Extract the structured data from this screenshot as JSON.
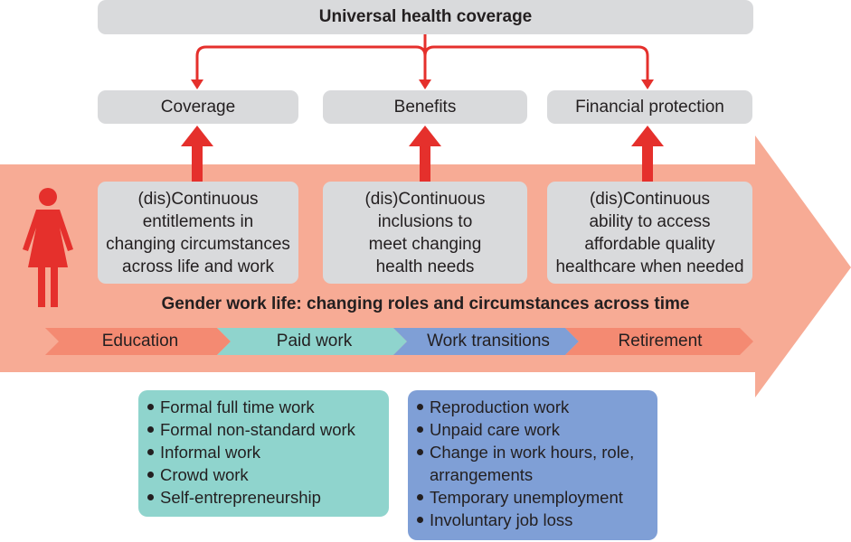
{
  "top": {
    "title": "Universal health coverage"
  },
  "dimensions": [
    {
      "label": "Coverage",
      "description": [
        "(dis)Continuous",
        "entitlements in",
        "changing circumstances",
        "across life and work"
      ]
    },
    {
      "label": "Benefits",
      "description": [
        "(dis)Continuous",
        "inclusions to",
        "meet changing",
        "health needs"
      ]
    },
    {
      "label": "Financial protection",
      "description": [
        "(dis)Continuous",
        "ability to access",
        "affordable quality",
        "healthcare when needed"
      ]
    }
  ],
  "timeline_title": "Gender work life: changing roles and circumstances across time",
  "stages": [
    "Education",
    "Paid work",
    "Work transitions",
    "Retirement"
  ],
  "paid_work_list": [
    "Formal full time work",
    "Formal non-standard work",
    "Informal work",
    "Crowd work",
    "Self-entrepreneurship"
  ],
  "transitions_list": [
    "Reproduction work",
    "Unpaid care work",
    "Change in work hours, role,",
    "arrangements",
    "Temporary unemployment",
    "Involuntary job loss"
  ],
  "icons": {
    "person": "female-figure-icon"
  },
  "colors": {
    "arrow": "#f7ab95",
    "red": "#e5302c",
    "gray": "#d9dadc",
    "teal": "#8fd4cd",
    "blue": "#7f9fd6",
    "coral": "#f48a72"
  }
}
